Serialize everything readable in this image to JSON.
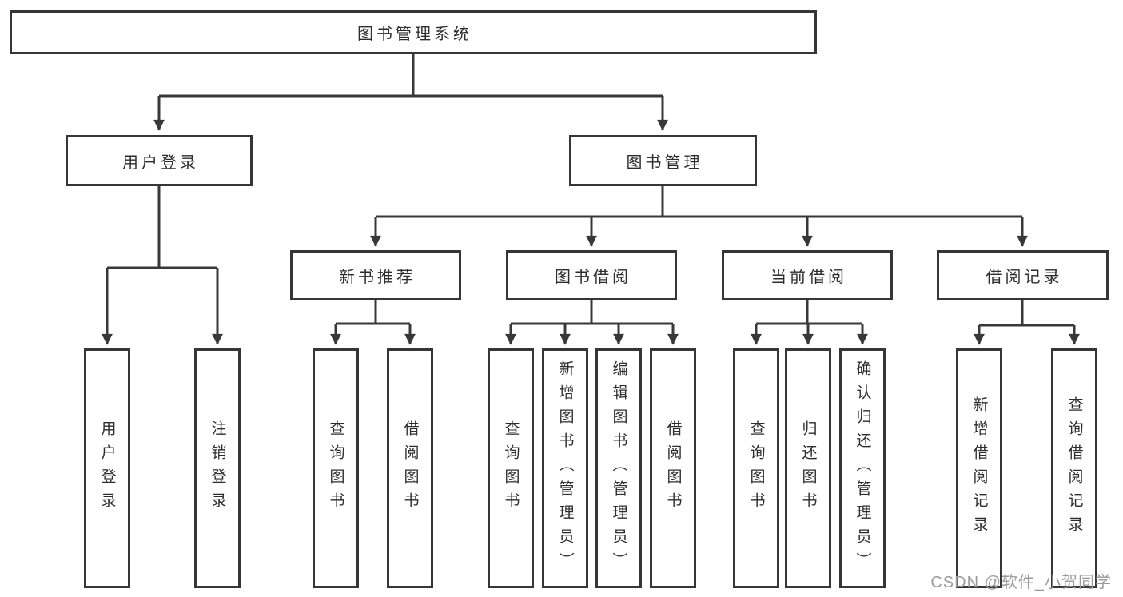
{
  "diagram": {
    "type": "tree",
    "tree": {
      "label": "图书管理系统",
      "children": [
        {
          "label": "用户登录",
          "children": [
            {
              "label": "用户登录"
            },
            {
              "label": "注销登录"
            }
          ]
        },
        {
          "label": "图书管理",
          "children": [
            {
              "label": "新书推荐",
              "children": [
                {
                  "label": "查询图书"
                },
                {
                  "label": "借阅图书"
                }
              ]
            },
            {
              "label": "图书借阅",
              "children": [
                {
                  "label": "查询图书"
                },
                {
                  "label": "新增图书（管理员）"
                },
                {
                  "label": "编辑图书（管理员）"
                },
                {
                  "label": "借阅图书"
                }
              ]
            },
            {
              "label": "当前借阅",
              "children": [
                {
                  "label": "查询图书"
                },
                {
                  "label": "归还图书"
                },
                {
                  "label": "确认归还（管理员）"
                }
              ]
            },
            {
              "label": "借阅记录",
              "children": [
                {
                  "label": "新增借阅记录"
                },
                {
                  "label": "查询借阅记录"
                }
              ]
            }
          ]
        }
      ]
    },
    "colors": {
      "line": "#383838",
      "box_border": "#363636",
      "text": "#2d2d2d",
      "watermark": "#9b9b9b",
      "background": "#ffffff"
    }
  },
  "watermark": {
    "text": "CSDN @软件_小贺同学"
  }
}
